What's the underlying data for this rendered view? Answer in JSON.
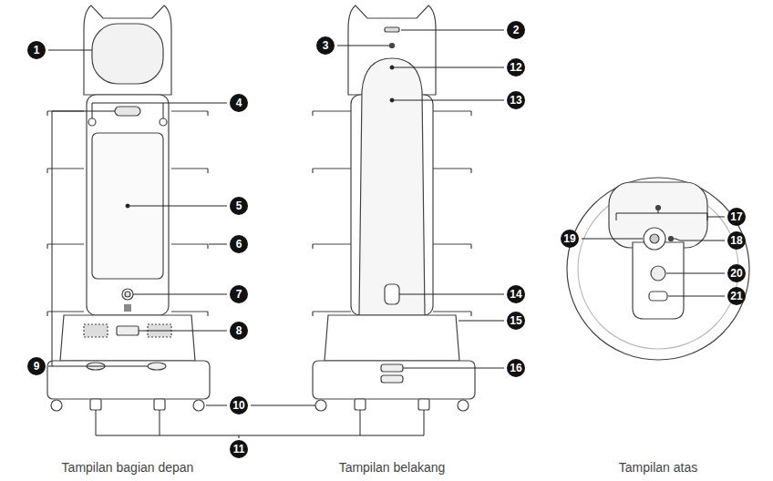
{
  "diagram": {
    "labels": [
      "1",
      "2",
      "3",
      "4",
      "5",
      "6",
      "7",
      "8",
      "9",
      "10",
      "11",
      "12",
      "13",
      "14",
      "15",
      "16",
      "17",
      "18",
      "19",
      "20",
      "21",
      "Tampilan bagian depan",
      "Tampilan belakang",
      "Tampilan atas"
    ]
  }
}
